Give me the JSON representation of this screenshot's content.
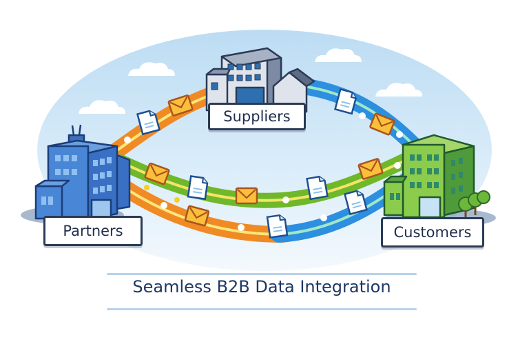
{
  "diagram": {
    "title": "Seamless B2B Data Integration",
    "nodes": [
      {
        "id": "suppliers",
        "label": "Suppliers",
        "icon": "warehouse-building-icon",
        "color": "#8a97ad"
      },
      {
        "id": "partners",
        "label": "Partners",
        "icon": "office-building-icon",
        "color": "#3f7fd0"
      },
      {
        "id": "customers",
        "label": "Customers",
        "icon": "office-building-icon",
        "color": "#7cc04a"
      }
    ],
    "connections": [
      {
        "from": "partners",
        "to": "suppliers",
        "color": "#f08a24",
        "accent": "#fbe77a"
      },
      {
        "from": "suppliers",
        "to": "customers",
        "color": "#2d8fe0",
        "accent": "#9fe8c8"
      },
      {
        "from": "partners",
        "to": "customers",
        "color": "#6fb82a",
        "accent": "#f5e46a"
      },
      {
        "from": "partners",
        "to": "customers",
        "color": "#f08a24",
        "accent": "#fbe77a"
      }
    ],
    "payload_icons": [
      "envelope-icon",
      "document-icon"
    ],
    "colors": {
      "sky": "#cfe6f7",
      "label_border": "#2b3a55",
      "title_text": "#1f3766",
      "envelope": "#fbbf3c",
      "envelope_border": "#a8541c",
      "document_border": "#1d4f91"
    }
  }
}
